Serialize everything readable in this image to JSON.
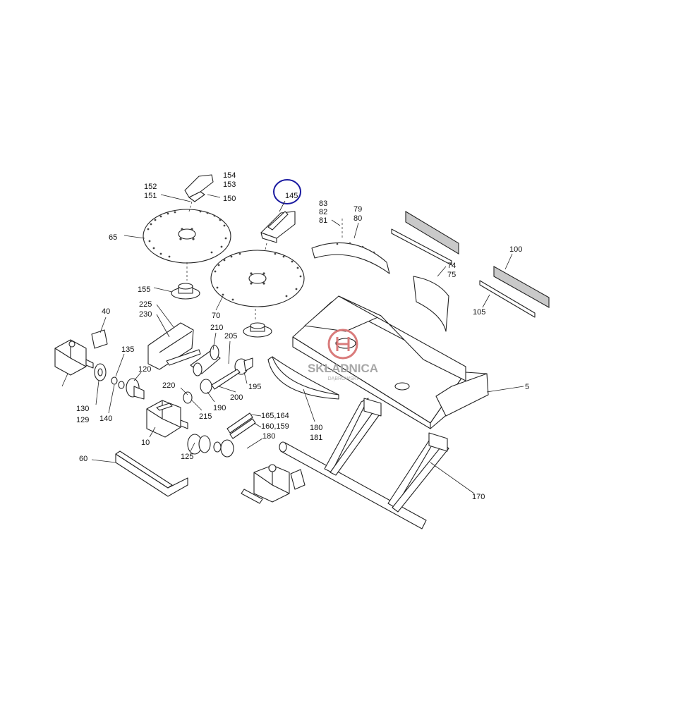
{
  "watermark": {
    "brand": "SKŁADNICA",
    "sub": "DĄBROWSKI",
    "logo_color": "#d97b7b",
    "text_color": "#a7a7a7"
  },
  "highlight": {
    "label": "145",
    "color": "#1a1aa0"
  },
  "labels": {
    "l154": "154",
    "l153": "153",
    "l152": "152",
    "l151": "151",
    "l150": "150",
    "l65": "65",
    "l83": "83",
    "l82": "82",
    "l81": "81",
    "l79": "79",
    "l80": "80",
    "l100": "100",
    "l74": "74",
    "l75": "75",
    "l105": "105",
    "l155": "155",
    "l70": "70",
    "l225": "225",
    "l230": "230",
    "l210": "210",
    "l205": "205",
    "l40": "40",
    "l135": "135",
    "l120": "120",
    "l195": "195",
    "l220": "220",
    "l215": "215",
    "l190": "190",
    "l200": "200",
    "l130": "130",
    "l129": "129",
    "l140": "140",
    "l10": "10",
    "l165_164": "165,164",
    "l160_159": "160,159",
    "l180a": "180",
    "l180b": "180",
    "l181": "181",
    "l5": "5",
    "l125": "125",
    "l60": "60",
    "l170": "170"
  }
}
